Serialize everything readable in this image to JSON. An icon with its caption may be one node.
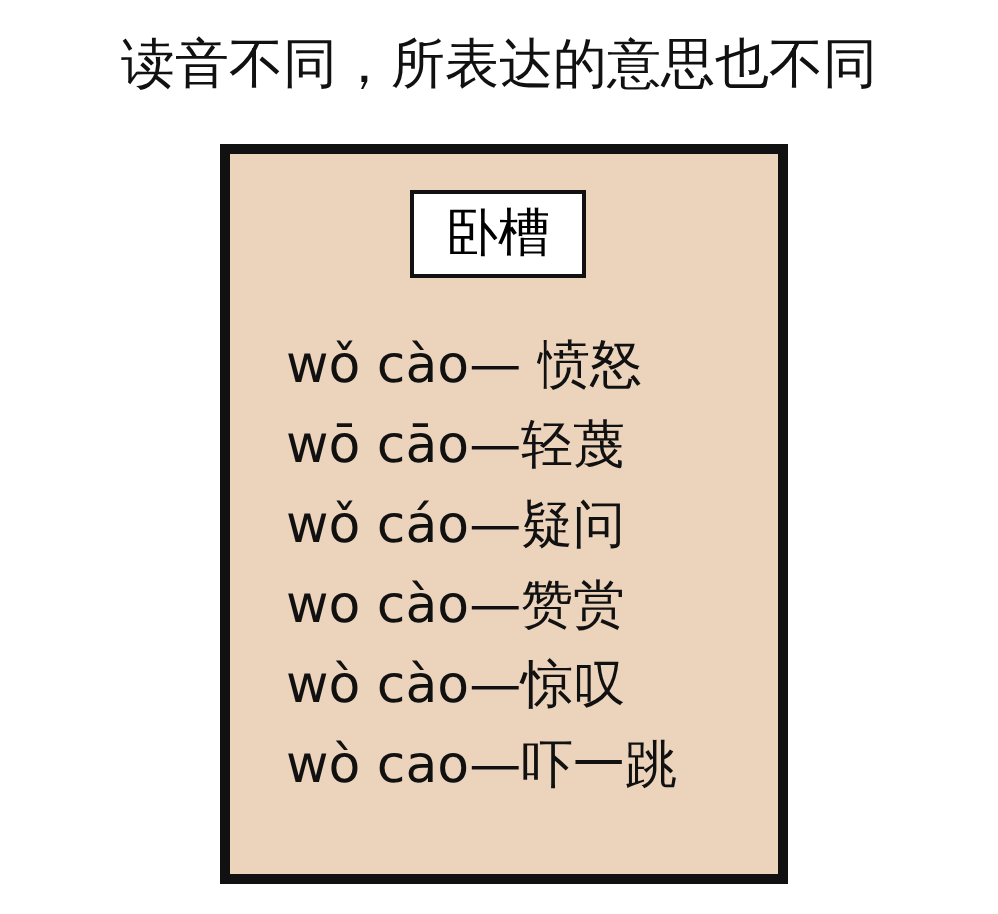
{
  "diagram": {
    "title": "读音不同，所表达的意思也不同",
    "nodes": [
      {
        "text": [
          "wǒ cào— 愤怒",
          "wō cāo—轻蔑",
          "wǒ cáo—疑问",
          "wo cào—赞赏",
          "wò cào—惊叹",
          "wò cao—吓一跳"
        ]
      },
      {
        "text": [
          "卧槽"
        ],
        "in": 0
      }
    ]
  }
}
